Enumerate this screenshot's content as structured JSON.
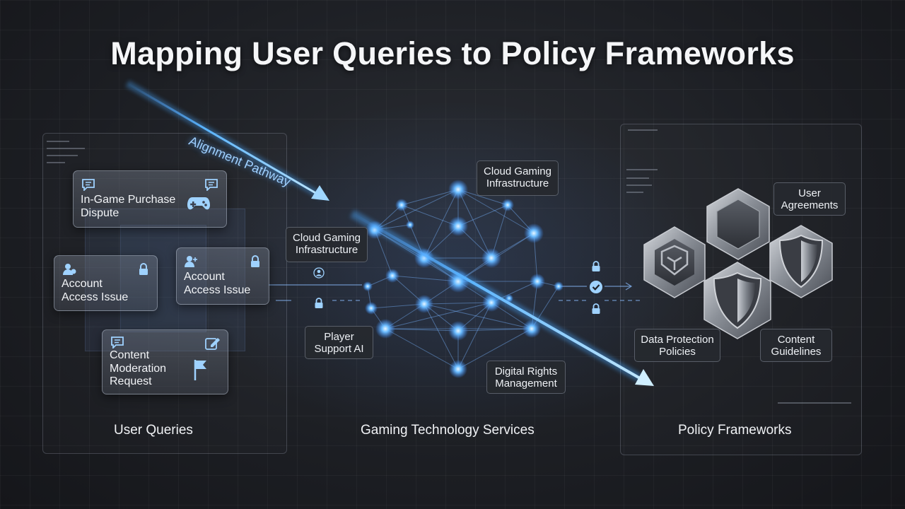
{
  "title": "Mapping User Queries to Policy Frameworks",
  "alignment_label": "Alignment Pathway",
  "sections": {
    "user_queries": "User Queries",
    "services": "Gaming Technology Services",
    "policies": "Policy Frameworks"
  },
  "query_cards": {
    "purchase": "In-Game Purchase\nDispute",
    "access_left": "Account\nAccess Issue",
    "access_right": "Account\nAccess Issue",
    "moderation": "Content\nModeration\nRequest"
  },
  "service_labels": {
    "cloud_top": "Cloud Gaming\nInfrastructure",
    "cloud_left": "Cloud Gaming\nInfrastructure",
    "player_support": "Player\nSupport AI",
    "drm": "Digital Rights\nManagement"
  },
  "policy_labels": {
    "user_agreements": "User\nAgreements",
    "data_protection": "Data Protection\nPolicies",
    "content_guidelines": "Content\nGuidelines"
  },
  "icons": {
    "chat": "chat-bubble-icon",
    "gamepad": "gamepad-icon",
    "lock": "lock-icon",
    "user": "user-icon",
    "flag": "flag-icon",
    "edit": "edit-icon",
    "check": "check-icon",
    "shield": "shield-icon",
    "hexagon": "hexagon-icon"
  },
  "colors": {
    "accent": "#4aa8ff",
    "background": "#1b1d22"
  }
}
